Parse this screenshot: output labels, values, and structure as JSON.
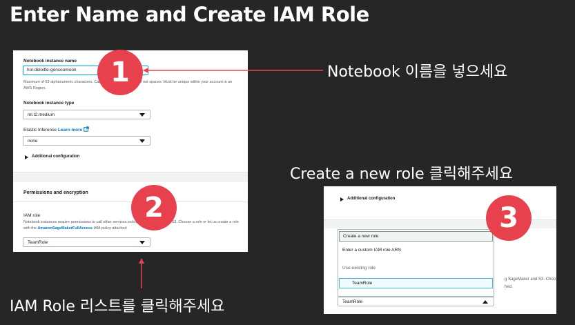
{
  "title": "Enter Name and Create IAM Role",
  "captions": {
    "step1": "Notebook 이름을 넣으세요",
    "step3": "Create a new role  클릭해주세요",
    "step2": "IAM Role 리스트를 클릭해주세요"
  },
  "badges": {
    "one": "1",
    "two": "2",
    "three": "3"
  },
  "form": {
    "notebook_name_label": "Notebook instance name",
    "notebook_name_value": "hol-deloitte-gonsoomoon",
    "name_hint": "Maximum of 63 alphanumeric characters. Can include hyphens (-), but not spaces. Must be unique within your account in an AWS Region.",
    "instance_type_label": "Notebook instance type",
    "instance_type_value": "ml.t2.medium",
    "elastic_label": "Elastic Inference",
    "learn_more": "Learn more",
    "elastic_value": "none",
    "additional_config": "Additional configuration",
    "permissions_header": "Permissions and encryption",
    "iam_role_label": "IAM role",
    "iam_hint_pre": "Notebook instances require permissions to call other services including SageMaker and S3. Choose a role or let us create a role with the",
    "iam_policy_link": "AmazonSageMakerFullAccess",
    "iam_hint_post": "IAM policy attached",
    "iam_role_value": "TeamRole"
  },
  "dropdown": {
    "additional_config": "Additional configuration",
    "options": [
      "Create a new role",
      "Enter a custom IAM role ARN",
      "Use existing role",
      "TeamRole"
    ],
    "selected_value": "TeamRole",
    "bg_text_1": "g SageMaker and S3. Choo",
    "bg_text_2": "hed."
  },
  "colors": {
    "background": "#262626",
    "badge": "#e8414e",
    "arrow": "#e8414e",
    "link": "#0073bb",
    "focus": "#00a1c9"
  }
}
